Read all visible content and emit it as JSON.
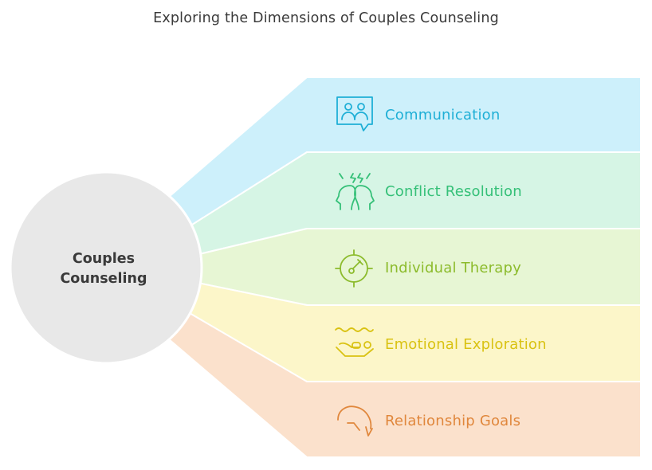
{
  "title": "Exploring the Dimensions of Couples Counseling",
  "center": {
    "line1": "Couples",
    "line2": "Counseling"
  },
  "branches": [
    {
      "label": "Communication",
      "icon": "conversation-icon",
      "color": "#1fafd6",
      "fill": "#cdf0fb"
    },
    {
      "label": "Conflict Resolution",
      "icon": "conflict-icon",
      "color": "#35c078",
      "fill": "#d6f5e5"
    },
    {
      "label": "Individual Therapy",
      "icon": "target-icon",
      "color": "#8cbb2c",
      "fill": "#e7f6d4"
    },
    {
      "label": "Emotional Exploration",
      "icon": "emotion-hand-icon",
      "color": "#d9c212",
      "fill": "#fcf6c9"
    },
    {
      "label": "Relationship Goals",
      "icon": "goal-arrow-icon",
      "color": "#e0873c",
      "fill": "#fbe1cc"
    }
  ]
}
